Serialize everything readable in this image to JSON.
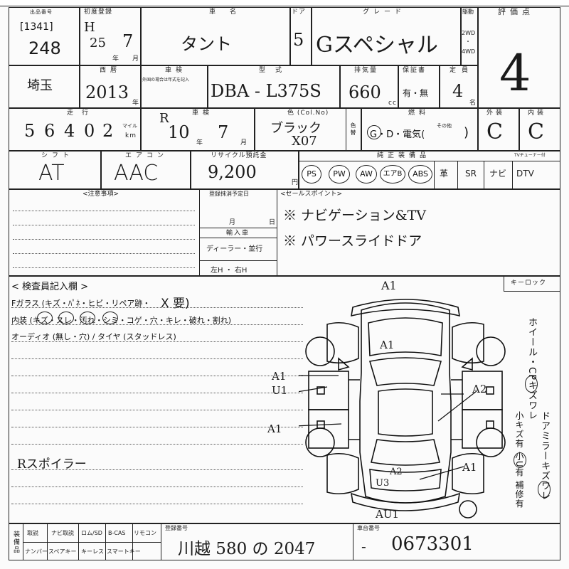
{
  "header": {
    "small_label": "出品番号",
    "first_reg_label": "初度登録",
    "car_name_label": "車名",
    "door_label": "ドア",
    "grade_label": "グレード",
    "drive_label": "駆動",
    "rating_label": "評価点"
  },
  "lot": {
    "code": "[1341]",
    "number": "248"
  },
  "first_registration": {
    "era": "H",
    "year": "25",
    "month": "7",
    "year_unit": "年",
    "month_unit": "月"
  },
  "car_name": "タント",
  "doors": "5",
  "grade": "Gスペシャル",
  "drive": {
    "opt1": "2WD",
    "sep": "・",
    "opt2": "4WD"
  },
  "rating": "4",
  "row2": {
    "location_value": "埼玉",
    "western_year_label": "西暦",
    "western_year": "2013",
    "year_unit": "年",
    "inspection_label": "車検",
    "inspection_note": "外国の場合は年式を記入",
    "model_label": "型式",
    "model": "DBA - L375S",
    "displacement_label": "排気量",
    "displacement": "660",
    "displacement_unit": "cc",
    "warranty_label": "保証書",
    "warranty": "有・無",
    "capacity_label": "定員",
    "capacity": "4",
    "capacity_unit": "名"
  },
  "row3": {
    "mileage_label": "走行",
    "mileage_digits": [
      "5",
      "6",
      "4",
      "0",
      "2"
    ],
    "mile_unit": "マイル",
    "km_unit": "km",
    "km_marker": "R",
    "inspection_label": "車検",
    "insp_year": "10",
    "insp_month": "7",
    "year_unit": "年",
    "month_unit": "月",
    "color_label": "色 (Col.No)",
    "color_name": "ブラック",
    "color_code": "X07",
    "color_change_label": "色替",
    "fuel_label": "燃料",
    "fuel_options": "G・D・電気(",
    "fuel_other": "その他",
    "fuel_close": ")",
    "exterior_label": "外装",
    "exterior": "C",
    "interior_label": "内装",
    "interior": "C"
  },
  "row4": {
    "shift_label": "シフト",
    "shift": "AT",
    "aircon_label": "エアコン",
    "aircon": "AAC",
    "recycle_label": "リサイクル預託金",
    "recycle": "9,200",
    "yen_unit": "円",
    "equipment_label": "純正装備品",
    "tv_tuner_label": "TVチューナー付",
    "equipment": [
      "PS",
      "PW",
      "AW",
      "エアB",
      "ABS",
      "革",
      "SR",
      "ナビ",
      "DTV"
    ]
  },
  "notes": {
    "caution_label": "<注意事項>",
    "deregistration_label": "登録抹消予定日",
    "month_label": "月",
    "day_label": "日",
    "import_label": "輸入車",
    "dealer_label": "ディーラー・並行",
    "steering_label": "左H ・ 右H",
    "sales_point_label": "<セールスポイント>",
    "sales_points": [
      "※ ナビゲーション&TV",
      "※ パワースライドドア"
    ]
  },
  "inspector": {
    "title": "< 検査員記入欄 >",
    "fglass_label": "Fガラス (キズ・ﾊﾟﾈ・ヒビ・リペア跡・",
    "fglass_mark": "X 要)",
    "interior_label": "内装 (キズ・スレ・汚れ・シミ・コゲ・穴・キレ・破れ・割れ)",
    "audio_label": "オーディオ (無し・穴) / タイヤ (スタッドレス)",
    "remark": "Rスポイラー"
  },
  "keylock_label": "キーロック",
  "side_text": {
    "col1": "ホイール・CPキズワレ",
    "col2": "ドアミラーキズワレ",
    "col3": "小キズ有 小U有 補修有"
  },
  "damage_marks": {
    "front_top": "A1",
    "hood": "A1",
    "left_front": "A1",
    "left_front2": "U1",
    "right_mid": "A2",
    "left_rear": "A1",
    "right_rear": "A1",
    "rear_top": "A2",
    "rear_mid": "U3",
    "rear_bottom": "AU1"
  },
  "footer": {
    "sales_label": "装備品",
    "nav_items_top": [
      "取説",
      "ナビ取説",
      "ロム/SD",
      "B-CAS",
      "リモコン"
    ],
    "nav_items_bottom": [
      "ナンバー",
      "スペアキー",
      "キーレス",
      "スマートキー"
    ],
    "plate_label": "登録番号",
    "plate": "川越 580 の 2047",
    "chassis_label": "車台番号",
    "chassis": "0673301",
    "chassis_prefix": "-"
  }
}
